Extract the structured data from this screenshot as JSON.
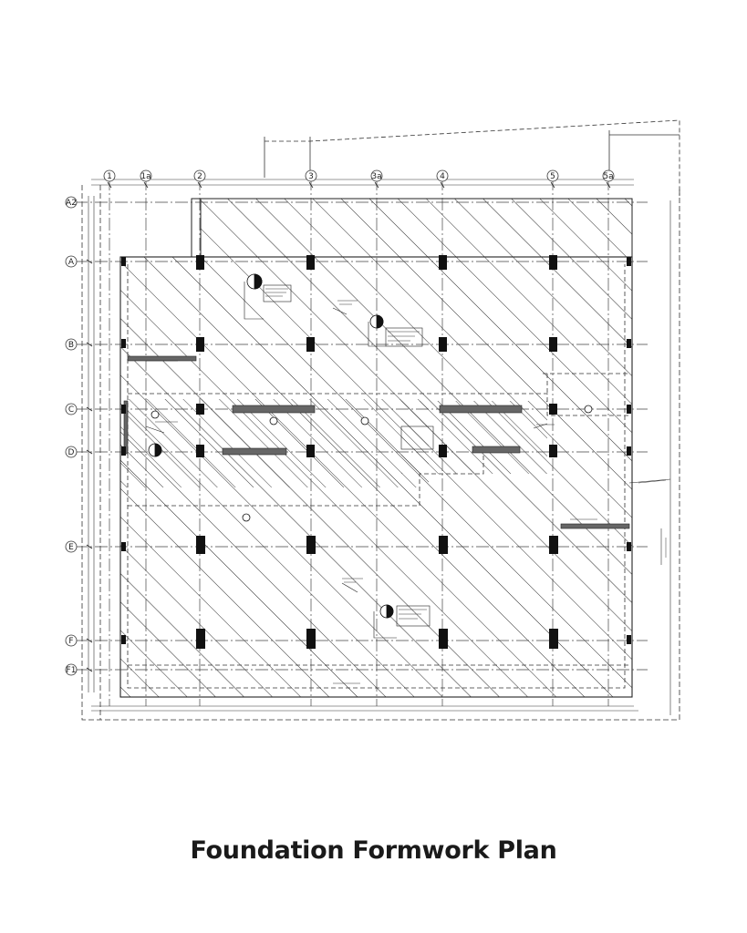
{
  "title": "Foundation Formwork Plan",
  "grid": {
    "columns": [
      "1",
      "1a",
      "2",
      "3",
      "3a",
      "4",
      "5",
      "5a"
    ],
    "rows": [
      "A2",
      "A",
      "B",
      "C",
      "D",
      "E",
      "F",
      "F1"
    ]
  },
  "colors": {
    "ink": "#1a1a1a",
    "hatch": "#2b2b2b",
    "wall": "#555555",
    "background": "#ffffff"
  }
}
